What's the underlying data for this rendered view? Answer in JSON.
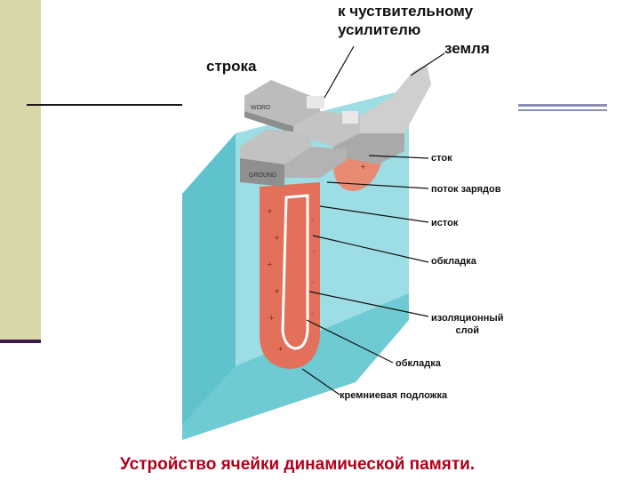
{
  "diagram": {
    "labels": {
      "to_sense_amp": "к чуствительному\nусилителю",
      "ground": "земля",
      "row": "строка",
      "drain": "сток",
      "charge_flow": "поток зарядов",
      "source": "исток",
      "plate_top": "обкладка",
      "insulating_layer": "изоляционный\nслой",
      "plate_bottom": "обкладка",
      "silicon_substrate": "кремниевая подложка"
    },
    "electrode_labels": {
      "upper": "WORD",
      "lower": "GROUND"
    },
    "colors": {
      "substrate": "#8fd8df",
      "trench": "#e2705a",
      "metal": "#b9b9b9",
      "caption": "#b0001a"
    }
  },
  "caption": "Устройство ячейки динамической памяти."
}
